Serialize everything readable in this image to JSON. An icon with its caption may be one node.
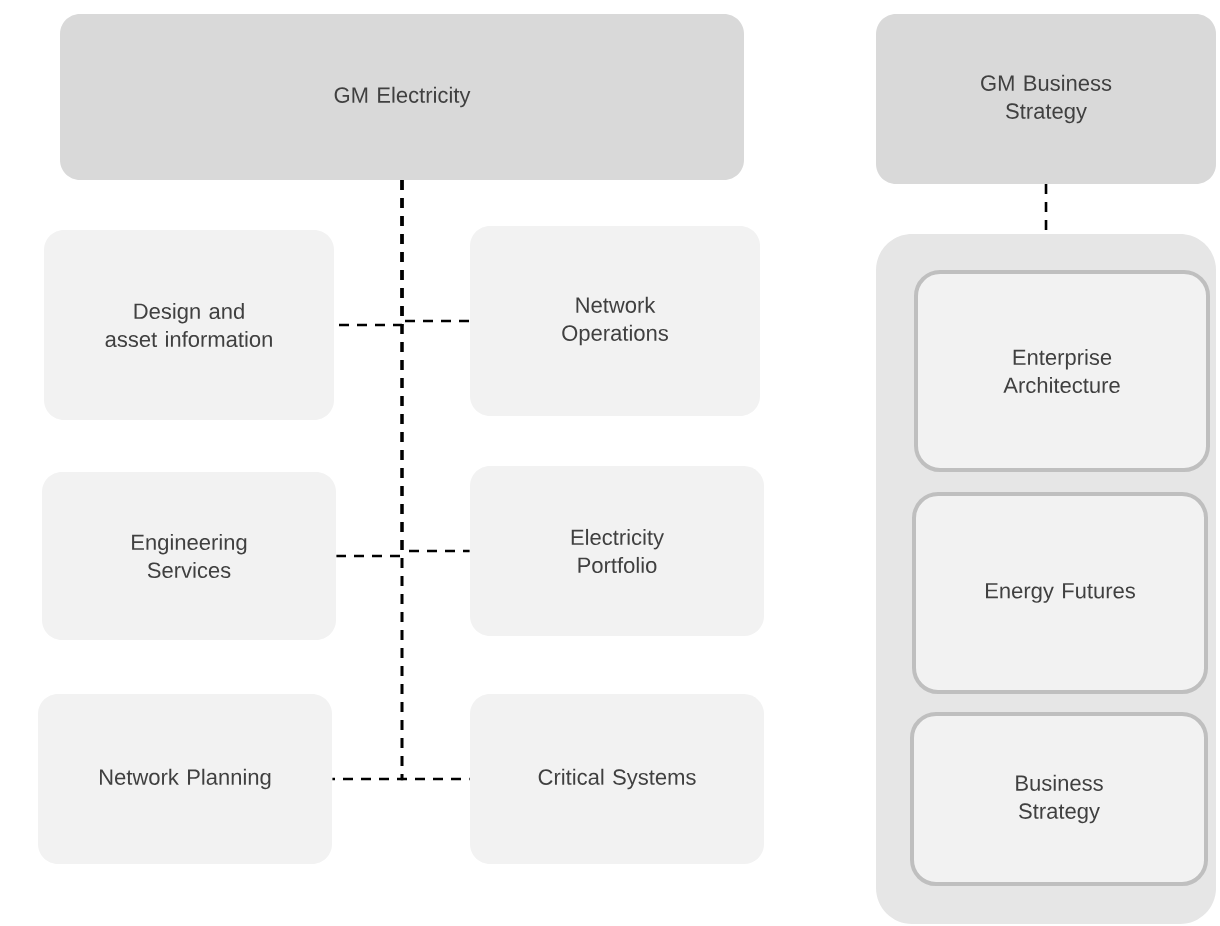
{
  "diagram": {
    "nodes": [
      {
        "text": [
          "GM Electricity"
        ]
      },
      {
        "text": [
          "Design and asset information"
        ]
      },
      {
        "text": [
          "Network Operations"
        ]
      },
      {
        "text": [
          "Engineering Services"
        ]
      },
      {
        "text": [
          "Electricity Portfolio"
        ]
      },
      {
        "text": [
          "Network Planning"
        ]
      },
      {
        "text": [
          "Critical Systems"
        ]
      },
      {
        "text": [
          "GM Business Strategy"
        ]
      },
      {
        "text": [],
        "shape": "box"
      },
      {
        "text": [
          "Enterprise Architecture"
        ],
        "in": 8
      },
      {
        "text": [
          "Energy Futures"
        ],
        "in": 8
      },
      {
        "text": [
          "Business Strategy"
        ],
        "in": 8
      }
    ],
    "edges": [
      {
        "from": 0,
        "to": 1,
        "arrow": "none",
        "style": "dashed"
      },
      {
        "from": 0,
        "to": 2,
        "arrow": "none",
        "style": "dashed"
      },
      {
        "from": 0,
        "to": 3,
        "arrow": "none",
        "style": "dashed"
      },
      {
        "from": 0,
        "to": 4,
        "arrow": "none",
        "style": "dashed"
      },
      {
        "from": 0,
        "to": 5,
        "arrow": "none",
        "style": "dashed"
      },
      {
        "from": 0,
        "to": 6,
        "arrow": "none",
        "style": "dashed"
      },
      {
        "from": 7,
        "to": 8,
        "arrow": "none",
        "style": "dashed"
      }
    ]
  }
}
